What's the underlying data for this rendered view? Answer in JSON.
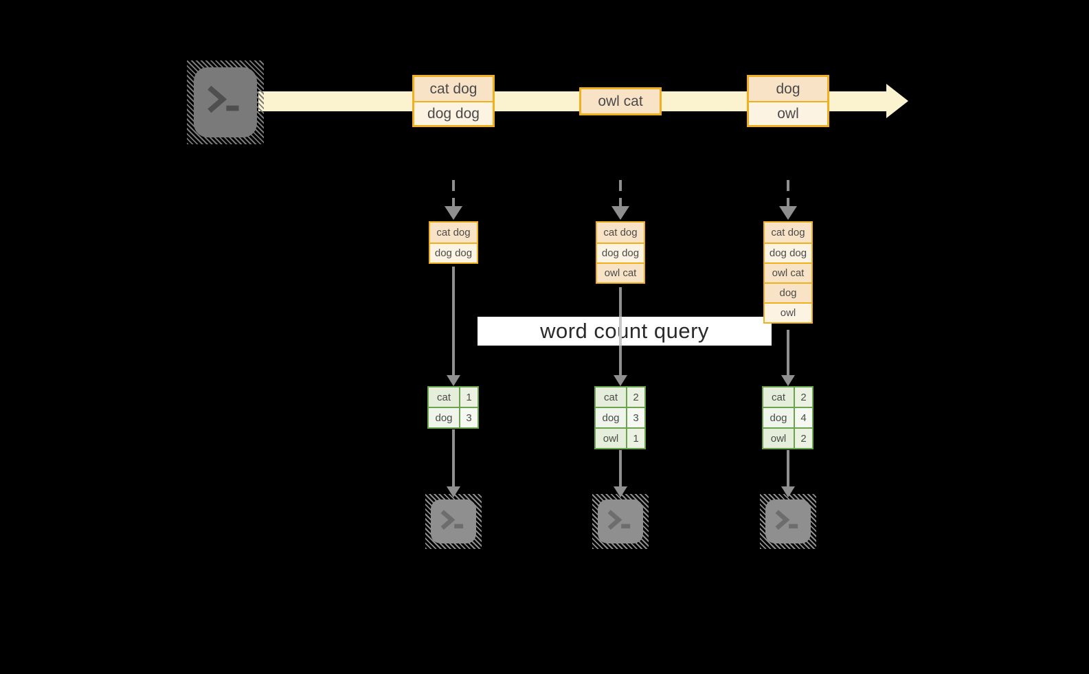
{
  "banner": {
    "label": "word count query"
  },
  "stream": {
    "messages": [
      {
        "lines": [
          "cat dog",
          "dog dog"
        ]
      },
      {
        "lines": [
          "owl cat"
        ]
      },
      {
        "lines": [
          "dog",
          "owl"
        ]
      }
    ]
  },
  "columns": [
    {
      "state_rows": [
        "cat dog",
        "dog dog"
      ],
      "counts": [
        {
          "word": "cat",
          "count": "1"
        },
        {
          "word": "dog",
          "count": "3"
        }
      ]
    },
    {
      "state_rows": [
        "cat dog",
        "dog dog",
        "owl cat"
      ],
      "counts": [
        {
          "word": "cat",
          "count": "2"
        },
        {
          "word": "dog",
          "count": "3"
        },
        {
          "word": "owl",
          "count": "1"
        }
      ]
    },
    {
      "state_rows": [
        "cat dog",
        "dog dog",
        "owl cat",
        "dog",
        "owl"
      ],
      "counts": [
        {
          "word": "cat",
          "count": "2"
        },
        {
          "word": "dog",
          "count": "4"
        },
        {
          "word": "owl",
          "count": "2"
        }
      ]
    }
  ],
  "icons": {
    "terminal_prompt_glyph": ">_"
  },
  "colors": {
    "gold": "#f0b01e",
    "peach": "#f9e3c7",
    "cream": "#fdf3e3",
    "band": "#fbf2d0",
    "green": "#6ba24c",
    "green_row_a": "#e4eeda",
    "green_row_a_num": "#ebf2e2",
    "green_row_b": "#eff5ea",
    "green_row_b_num": "#f5f9f1",
    "arrow_gray": "#909090",
    "dash_gray": "#8f8f8f",
    "banner_bg": "#ffffff",
    "banner_text": "#2a2a2a",
    "banner_line": "#c9c9c9",
    "terminal_top": "#7a7a7a",
    "terminal_bottom": "#8f8f8f",
    "glyph_top": "#4f4f4f",
    "glyph_bottom": "#6d6d6d",
    "label_text": "#4a4a4a",
    "bg": "#000000"
  }
}
